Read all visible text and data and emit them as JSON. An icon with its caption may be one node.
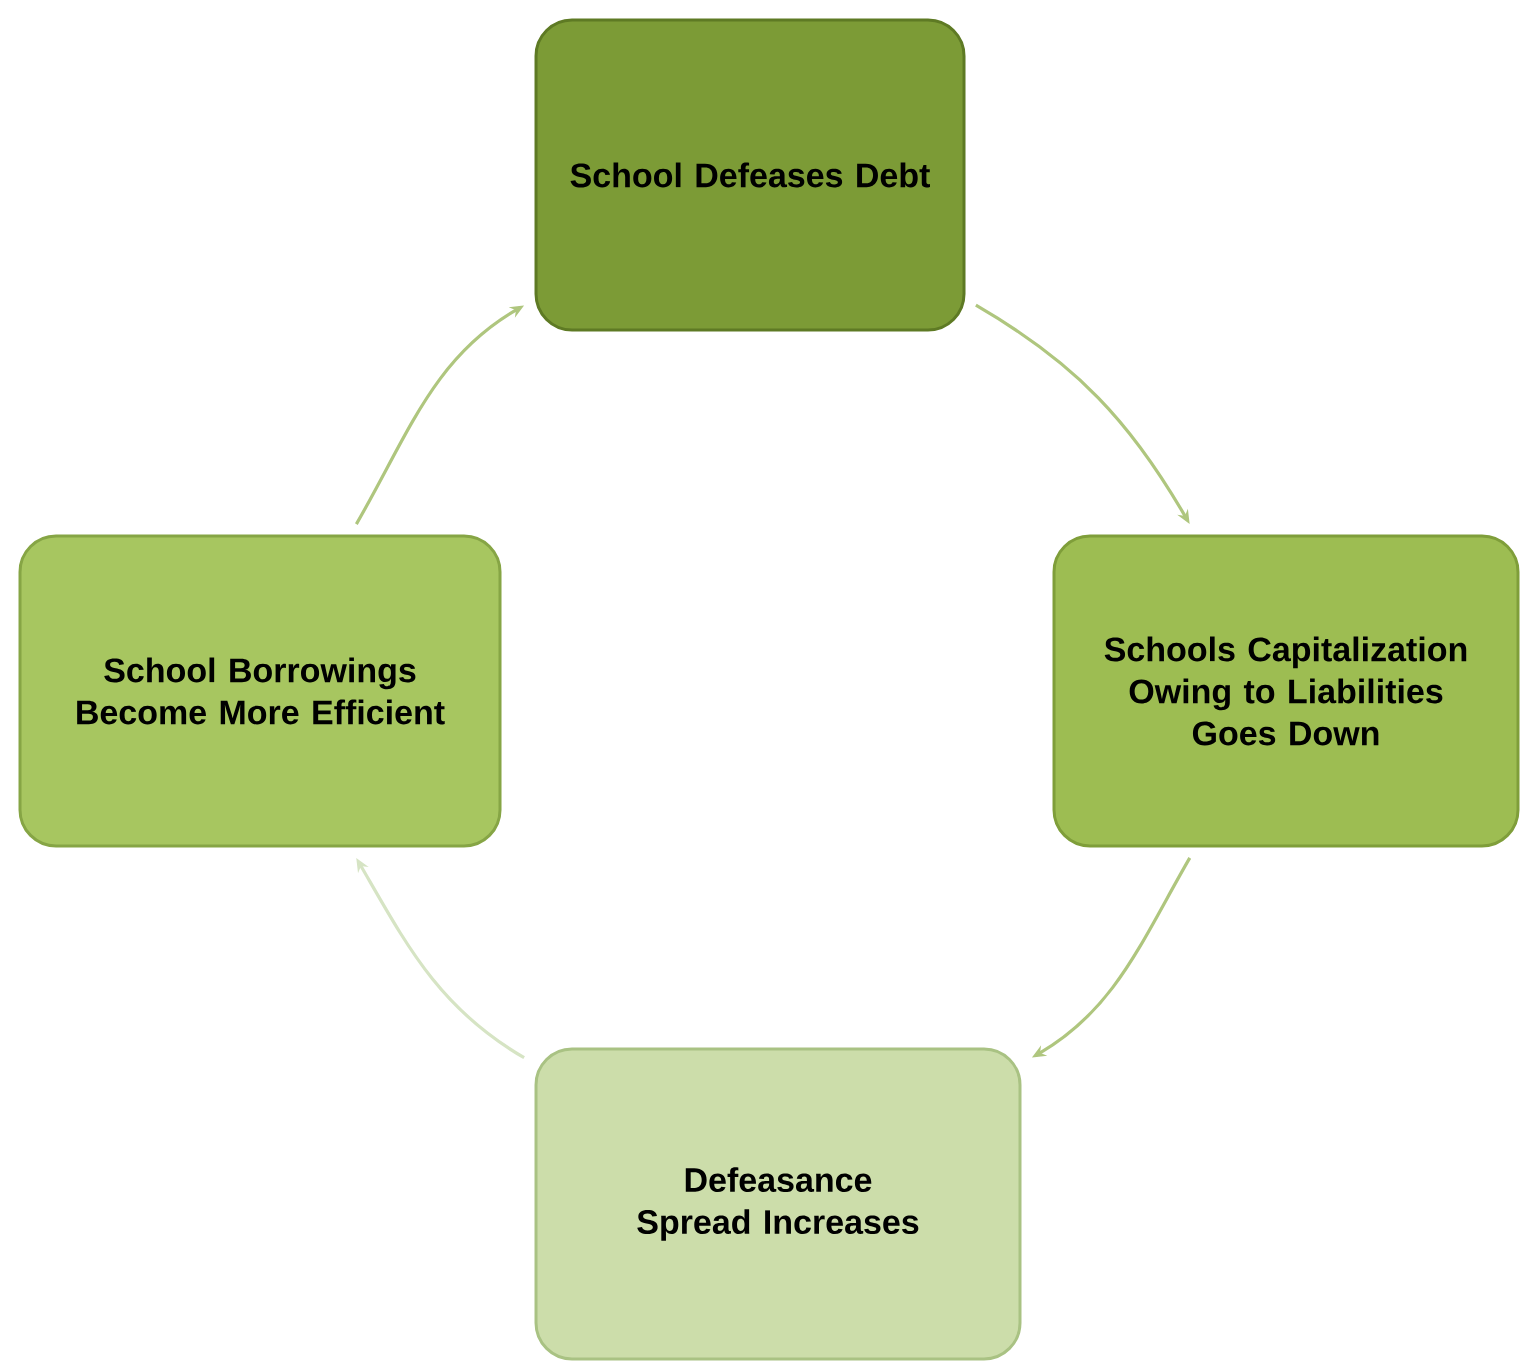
{
  "diagram": {
    "nodes": [
      {
        "text": [
          "School Defeases Debt"
        ]
      },
      {
        "text": [
          "Schools Capitalization Owing to Liabilities Goes Down"
        ]
      },
      {
        "text": [
          "Defeasance Spread Increases"
        ]
      },
      {
        "text": [
          "School  Borrowings Become More Efficient"
        ]
      }
    ],
    "edges": [
      {
        "from": 0,
        "to": 1,
        "arrow": "to"
      },
      {
        "from": 1,
        "to": 2,
        "arrow": "to"
      },
      {
        "from": 2,
        "to": 3,
        "arrow": "to",
        "color": "#d6e4c4"
      },
      {
        "from": 3,
        "to": 0,
        "arrow": "to"
      }
    ]
  }
}
